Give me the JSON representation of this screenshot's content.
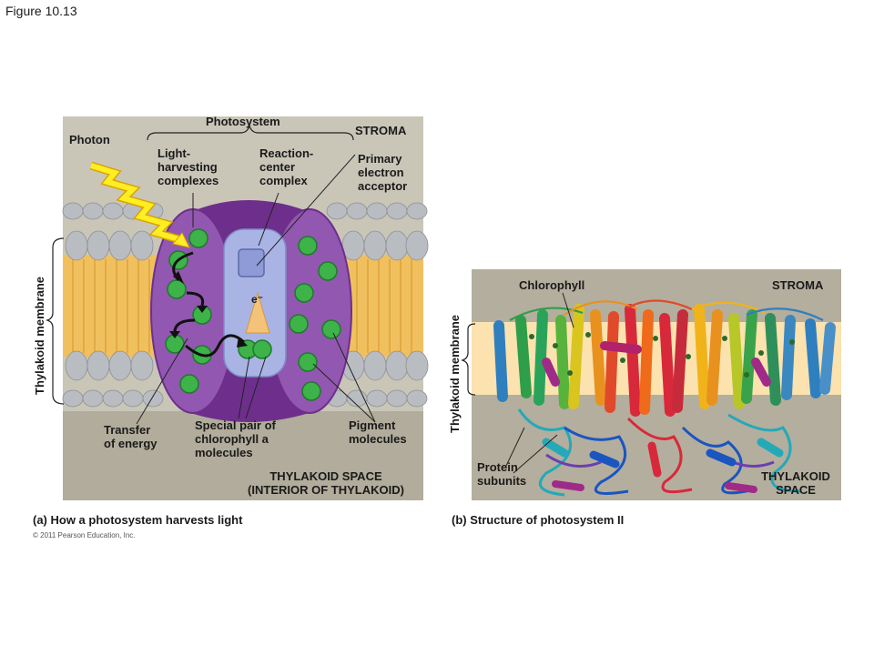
{
  "figure_label": "Figure 10.13",
  "copyright": "© 2011 Pearson Education, Inc.",
  "panel_a": {
    "caption": "(a) How a photosystem harvests light",
    "photosystem": "Photosystem",
    "stroma": "STROMA",
    "photon": "Photon",
    "light_harvesting": [
      "Light-",
      "harvesting",
      "complexes"
    ],
    "reaction_center": [
      "Reaction-",
      "center",
      "complex"
    ],
    "primary_acceptor": [
      "Primary",
      "electron",
      "acceptor"
    ],
    "thylakoid_membrane": "Thylakoid membrane",
    "electron": "e⁻",
    "transfer_energy": [
      "Transfer",
      "of energy"
    ],
    "special_pair": [
      "Special pair of",
      "chlorophyll a",
      "molecules"
    ],
    "pigment": [
      "Pigment",
      "molecules"
    ],
    "thylakoid_space": [
      "THYLAKOID SPACE",
      "(INTERIOR OF THYLAKOID)"
    ]
  },
  "panel_b": {
    "caption": "(b) Structure of photosystem II",
    "chlorophyll": "Chlorophyll",
    "stroma": "STROMA",
    "thylakoid_membrane": "Thylakoid membrane",
    "protein_subunits": [
      "Protein",
      "subunits"
    ],
    "thylakoid_space": [
      "THYLAKOID",
      "SPACE"
    ]
  },
  "colors": {
    "background_a": "#c9c6b8",
    "background_b": "#b4ae9e",
    "membrane_tails": "#f1c05e",
    "lipid_heads": "#b5b8bd",
    "complex_purple": "#8b4aa8",
    "reaction_center": "#a9b4e4",
    "pigment_green": "#3db34a",
    "photon_yellow": "#ffee22"
  }
}
